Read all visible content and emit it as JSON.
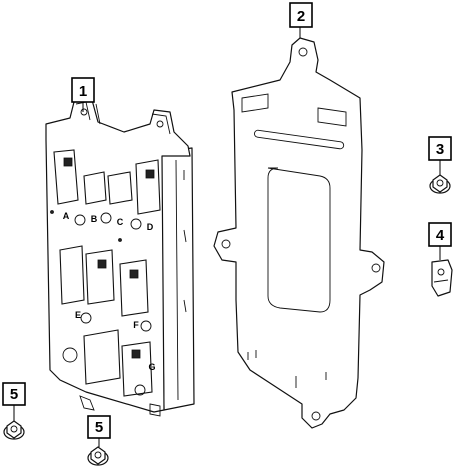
{
  "callouts": {
    "c1": "1",
    "c2": "2",
    "c3": "3",
    "c4": "4",
    "c5a": "5",
    "c5b": "5"
  },
  "port_labels": {
    "A": "A",
    "B": "B",
    "C": "C",
    "D": "D",
    "E": "E",
    "F": "F",
    "G": "G"
  }
}
